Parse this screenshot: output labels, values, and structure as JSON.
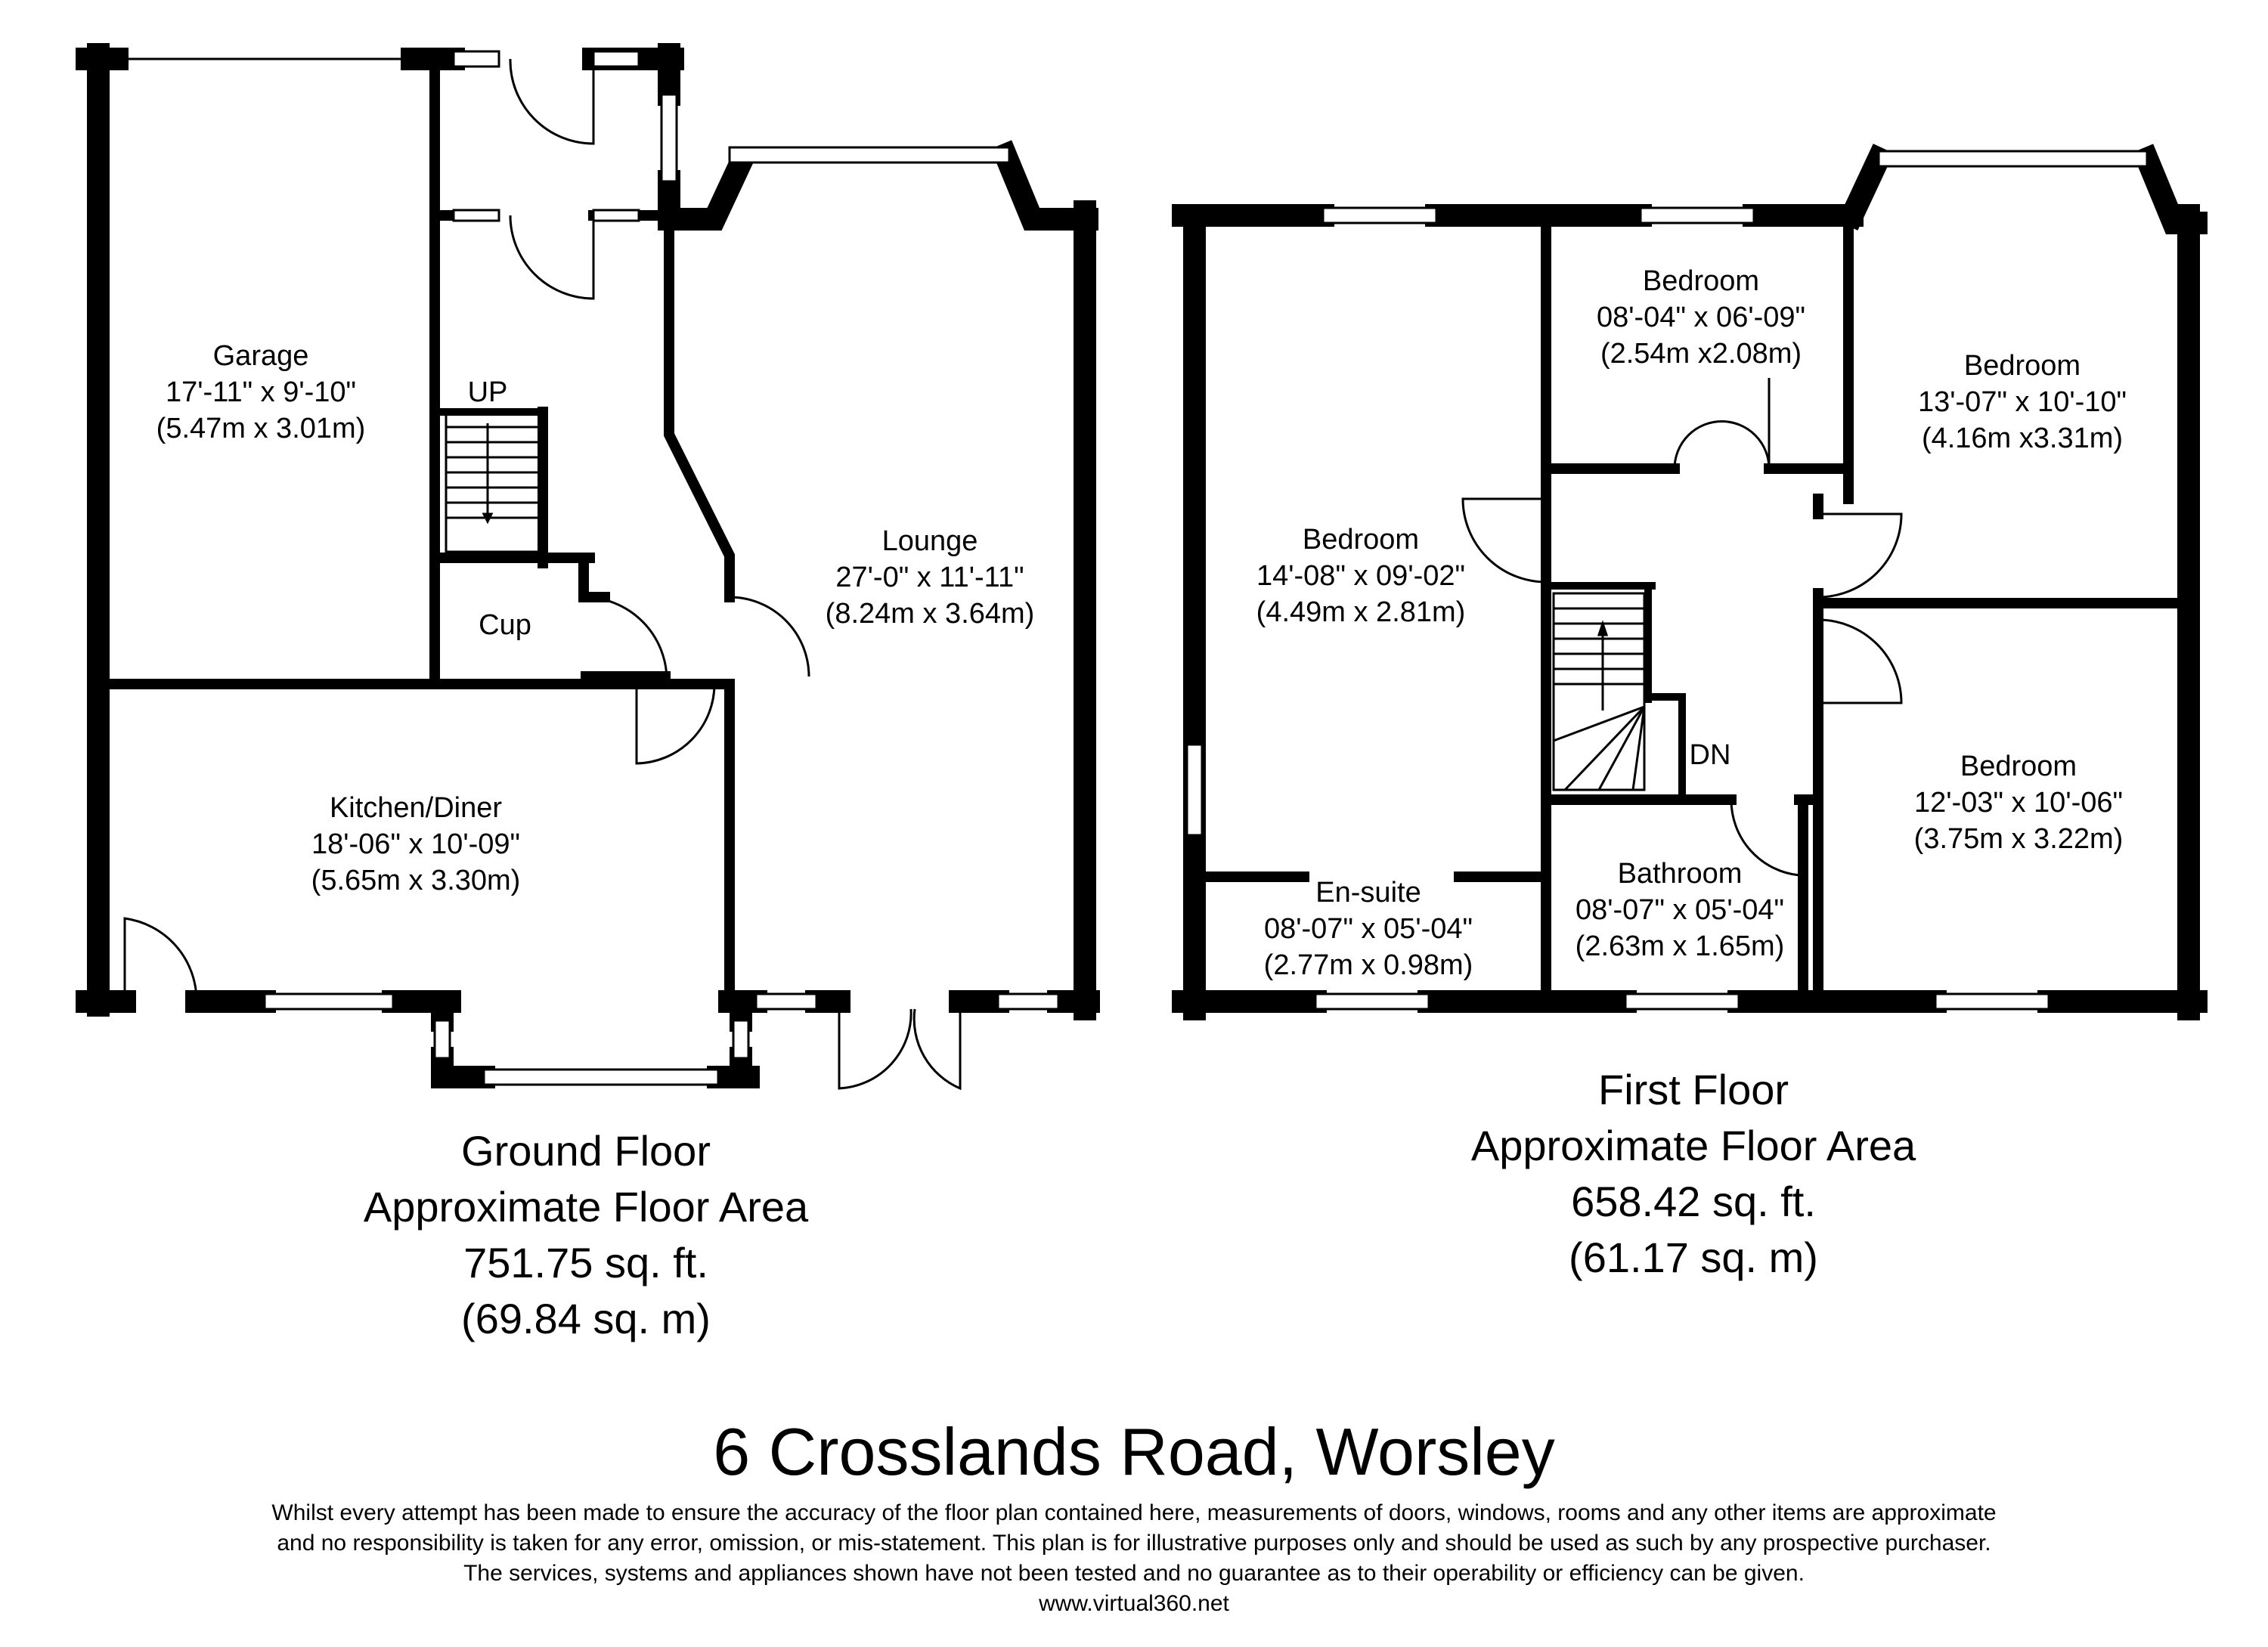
{
  "ground_floor": {
    "rooms": {
      "garage": {
        "name": "Garage",
        "dim_imperial": "17'-11\" x 9'-10\"",
        "dim_metric": "(5.47m x 3.01m)"
      },
      "lounge": {
        "name": "Lounge",
        "dim_imperial": "27'-0\" x 11'-11\"",
        "dim_metric": "(8.24m x 3.64m)"
      },
      "kitchen": {
        "name": "Kitchen/Diner",
        "dim_imperial": "18'-06\" x 10'-09\"",
        "dim_metric": "(5.65m x 3.30m)"
      },
      "cupboard": {
        "name": "Cup"
      }
    },
    "stairs_label": "UP",
    "title": "Ground Floor",
    "area_label": "Approximate Floor Area",
    "area_sqft": "751.75 sq. ft.",
    "area_sqm": "(69.84 sq. m)"
  },
  "first_floor": {
    "rooms": {
      "bedroom_small": {
        "name": "Bedroom",
        "dim_imperial": "08'-04\" x 06'-09\"",
        "dim_metric": "(2.54m x2.08m)"
      },
      "bedroom_front_right": {
        "name": "Bedroom",
        "dim_imperial": "13'-07\" x 10'-10\"",
        "dim_metric": "(4.16m x3.31m)"
      },
      "bedroom_left": {
        "name": "Bedroom",
        "dim_imperial": "14'-08\" x 09'-02\"",
        "dim_metric": "(4.49m x 2.81m)"
      },
      "bedroom_rear_right": {
        "name": "Bedroom",
        "dim_imperial": "12'-03\" x 10'-06\"",
        "dim_metric": "(3.75m x 3.22m)"
      },
      "ensuite": {
        "name": "En-suite",
        "dim_imperial": "08'-07\" x 05'-04\"",
        "dim_metric": "(2.77m x 0.98m)"
      },
      "bathroom": {
        "name": "Bathroom",
        "dim_imperial": "08'-07\" x 05'-04\"",
        "dim_metric": "(2.63m x 1.65m)"
      }
    },
    "stairs_label": "DN",
    "title": "First Floor",
    "area_label": "Approximate Floor Area",
    "area_sqft": "658.42 sq. ft.",
    "area_sqm": "(61.17 sq. m)"
  },
  "address": "6 Crosslands Road, Worsley",
  "disclaimer": {
    "line1": "Whilst every attempt has been made to ensure the accuracy of the floor plan contained here, measurements of doors, windows, rooms and any other items are approximate",
    "line2": "and no responsibility is taken for any error, omission, or mis-statement. This plan is for illustrative purposes only and should be used as such by any prospective purchaser.",
    "line3": "The services, systems and appliances shown have not been tested and no guarantee as to their operability or efficiency can be given.",
    "website": "www.virtual360.net"
  },
  "colors": {
    "wall": "#000000",
    "background": "#ffffff"
  }
}
